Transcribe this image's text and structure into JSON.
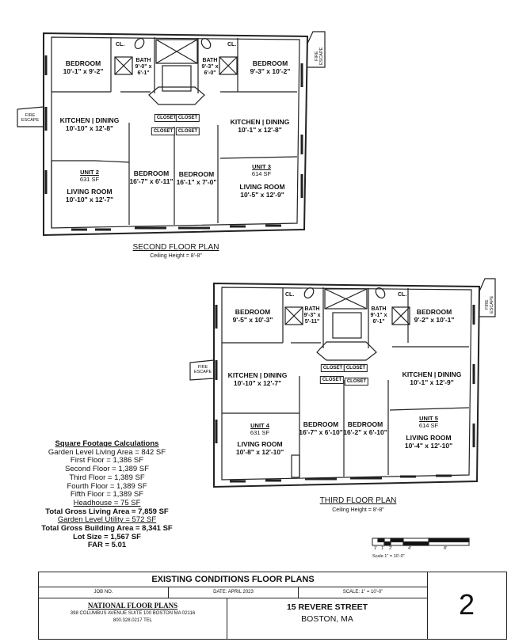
{
  "second_floor": {
    "title": "SECOND FLOOR PLAN",
    "ceiling": "Ceiling Height = 8'-8\"",
    "rooms": {
      "bedroom_nw": {
        "name": "BEDROOM",
        "dim": "10'-1\" x 9'-2\""
      },
      "bath_w": {
        "name": "BATH",
        "dim1": "9'-0\" x",
        "dim2": "6'-1\""
      },
      "bath_e": {
        "name": "BATH",
        "dim1": "9'-3\" x",
        "dim2": "6'-0\""
      },
      "bedroom_ne": {
        "name": "BEDROOM",
        "dim": "9'-3\" x 10'-2\""
      },
      "kitchen_w": {
        "name": "KITCHEN | DINING",
        "dim": "10'-10\" x 12'-8\""
      },
      "kitchen_e": {
        "name": "KITCHEN | DINING",
        "dim": "10'-1\" x 12'-8\""
      },
      "bedroom_mid_w": {
        "name": "BEDROOM",
        "dim": "16'-7\" x 6'-11\""
      },
      "bedroom_mid_e": {
        "name": "BEDROOM",
        "dim": "16'-1\" x 7'-0\""
      },
      "living_w": {
        "name": "LIVING ROOM",
        "dim": "10'-10\" x 12'-7\""
      },
      "living_e": {
        "name": "LIVING ROOM",
        "dim": "10'-5\" x 12'-9\""
      }
    },
    "units": [
      {
        "name": "UNIT 2",
        "area": "631 SF"
      },
      {
        "name": "UNIT 3",
        "area": "614 SF"
      }
    ],
    "closet_label": "CLOSET",
    "cl_label": "CL.",
    "fire_escape": "FIRE ESCAPE"
  },
  "third_floor": {
    "title": "THIRD FLOOR PLAN",
    "ceiling": "Ceiling Height = 8'-8\"",
    "rooms": {
      "bedroom_nw": {
        "name": "BEDROOM",
        "dim": "9'-5\" x 10'-3\""
      },
      "bath_w": {
        "name": "BATH",
        "dim1": "9'-3\" x",
        "dim2": "5'-11\""
      },
      "bath_e": {
        "name": "BATH",
        "dim1": "9'-1\" x",
        "dim2": "6'-1\""
      },
      "bedroom_ne": {
        "name": "BEDROOM",
        "dim": "9'-2\" x 10'-1\""
      },
      "kitchen_w": {
        "name": "KITCHEN | DINING",
        "dim": "10'-10\" x 12'-7\""
      },
      "kitchen_e": {
        "name": "KITCHEN | DINING",
        "dim": "10'-1\" x 12'-9\""
      },
      "bedroom_mid_w": {
        "name": "BEDROOM",
        "dim": "16'-7\" x 6'-10\""
      },
      "bedroom_mid_e": {
        "name": "BEDROOM",
        "dim": "16'-2\" x 6'-10\""
      },
      "living_w": {
        "name": "LIVING ROOM",
        "dim": "10'-8\" x 12'-10\""
      },
      "living_e": {
        "name": "LIVING ROOM",
        "dim": "10'-4\" x 12'-10\""
      }
    },
    "units": [
      {
        "name": "UNIT 4",
        "area": "631 SF"
      },
      {
        "name": "UNIT 5",
        "area": "614 SF"
      }
    ],
    "closet_label": "CLOSET",
    "cl_label": "CL.",
    "fire_escape": "FIRE ESCAPE"
  },
  "square_footage": {
    "heading": "Square Footage Calculations",
    "lines": [
      "Garden Level Living Area = 842 SF",
      "First Floor = 1,386 SF",
      "Second Floor = 1,389 SF",
      "Third Floor = 1,389 SF",
      "Fourth Floor = 1,389 SF",
      "Fifth Floor = 1,389 SF",
      "Headhouse = 75 SF",
      "Total Gross Living Area = 7,859 SF",
      "Garden Level Utility = 572 SF",
      "Total Gross Building Area = 8,341 SF",
      "Lot Size = 1,567 SF",
      "FAR = 5.01"
    ]
  },
  "scale_bar": {
    "ticks": [
      "1'",
      "1'",
      "2'",
      "4'",
      "8'"
    ],
    "label": "Scale  1\" = 10'-0\""
  },
  "title_block": {
    "title": "EXISTING CONDITIONS FLOOR PLANS",
    "job_no": "JOB NO.",
    "date": "DATE: APRIL 2023",
    "scale": "SCALE: 1\" = 10'-0\"",
    "company": "NATIONAL FLOOR PLANS",
    "address": "398 COLUMBUS AVENUE SUITE 100 BOSTON MA 02116",
    "phone": "800.328.0217 TEL",
    "property_street": "15 REVERE STREET",
    "property_city": "BOSTON, MA",
    "sheet_number": "2"
  }
}
